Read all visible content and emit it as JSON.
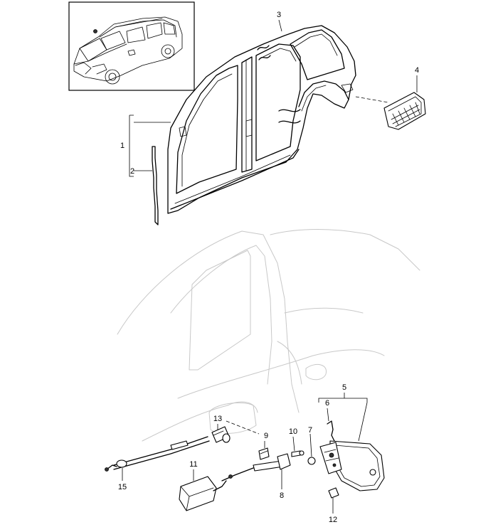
{
  "callouts": {
    "c1": "1",
    "c2": "2",
    "c3": "3",
    "c4": "4",
    "c5": "5",
    "c6": "6",
    "c7": "7",
    "c8": "8",
    "c9": "9",
    "c10": "10",
    "c11": "11",
    "c12": "12",
    "c13": "13",
    "c15": "15"
  }
}
